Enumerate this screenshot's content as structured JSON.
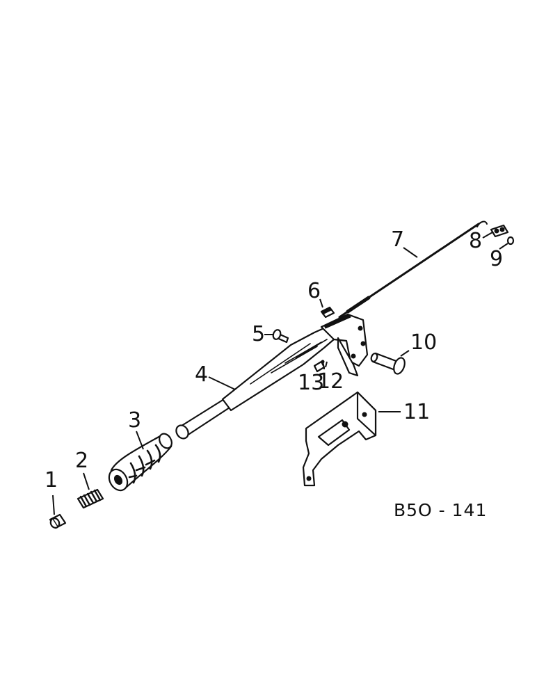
{
  "diagram": {
    "code": "B5O - 141",
    "callouts": [
      {
        "id": "1",
        "label": "1"
      },
      {
        "id": "2",
        "label": "2"
      },
      {
        "id": "3",
        "label": "3"
      },
      {
        "id": "4",
        "label": "4"
      },
      {
        "id": "5",
        "label": "5"
      },
      {
        "id": "6",
        "label": "6"
      },
      {
        "id": "7",
        "label": "7"
      },
      {
        "id": "8",
        "label": "8"
      },
      {
        "id": "9",
        "label": "9"
      },
      {
        "id": "10",
        "label": "10"
      },
      {
        "id": "11",
        "label": "11"
      },
      {
        "id": "12",
        "label": "12"
      },
      {
        "id": "13",
        "label": "13"
      }
    ]
  }
}
